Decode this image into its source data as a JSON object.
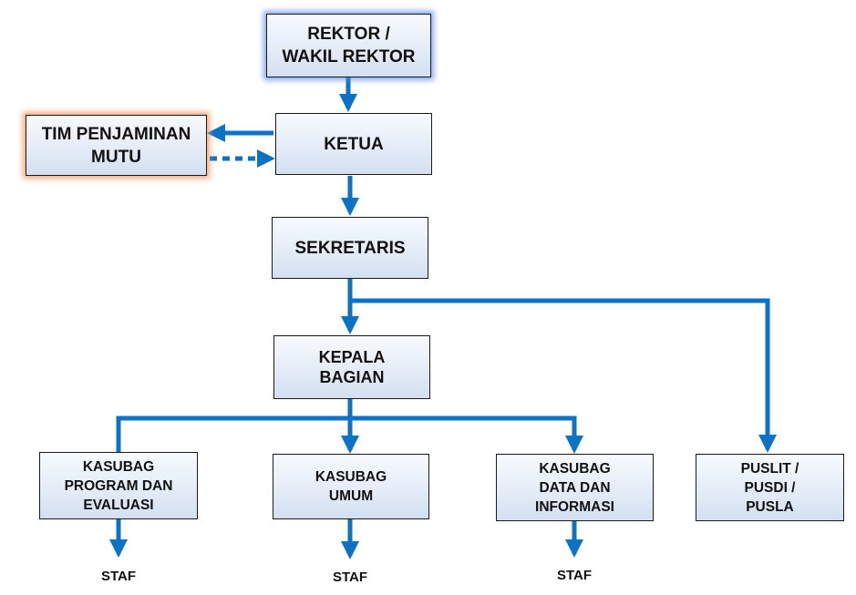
{
  "colors": {
    "connector": "#0b72c6",
    "box_border": "#1a1a1a",
    "box_fill": "#e4ecf7",
    "glow_blue": "#5c8ceb",
    "glow_orange": "#f08c50"
  },
  "nodes": {
    "rektor": "REKTOR /\nWAKIL REKTOR",
    "tim_penjaminan_mutu": "TIM PENJAMINAN\nMUTU",
    "ketua": "KETUA",
    "sekretaris": "SEKRETARIS",
    "kepala_bagian": "KEPALA\nBAGIAN",
    "kasubag_program": "KASUBAG\nPROGRAM DAN\nEVALUASI",
    "kasubag_umum": "KASUBAG\nUMUM",
    "kasubag_data": "KASUBAG\nDATA DAN\nINFORMASI",
    "puslit": "PUSLIT /\nPUSDI /\nPUSLA"
  },
  "staf_labels": [
    "STAF",
    "STAF",
    "STAF"
  ],
  "connections": [
    {
      "from": "rektor",
      "to": "ketua",
      "style": "solid"
    },
    {
      "from": "ketua",
      "to": "tim_penjaminan_mutu",
      "style": "solid"
    },
    {
      "from": "tim_penjaminan_mutu",
      "to": "ketua",
      "style": "dotted"
    },
    {
      "from": "ketua",
      "to": "sekretaris",
      "style": "solid"
    },
    {
      "from": "sekretaris",
      "to": "kepala_bagian",
      "style": "solid"
    },
    {
      "from": "sekretaris",
      "to": "puslit",
      "style": "solid"
    },
    {
      "from": "kepala_bagian",
      "to": "kasubag_program",
      "style": "solid"
    },
    {
      "from": "kepala_bagian",
      "to": "kasubag_umum",
      "style": "solid"
    },
    {
      "from": "kepala_bagian",
      "to": "kasubag_data",
      "style": "solid"
    },
    {
      "from": "kasubag_program",
      "to": "staf_1",
      "style": "solid"
    },
    {
      "from": "kasubag_umum",
      "to": "staf_2",
      "style": "solid"
    },
    {
      "from": "kasubag_data",
      "to": "staf_3",
      "style": "solid"
    }
  ]
}
